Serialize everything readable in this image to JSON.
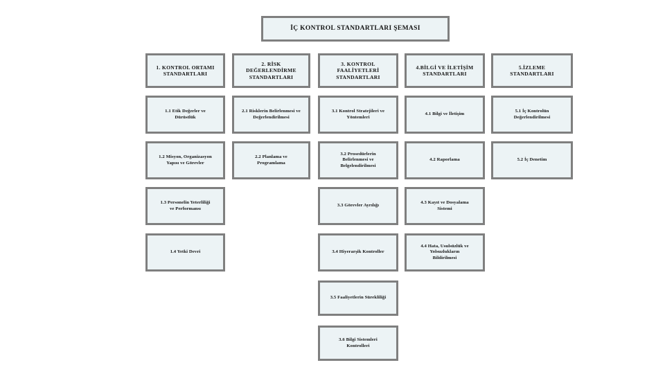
{
  "diagram": {
    "title": "İÇ KONTROL STANDARTLARI ŞEMASI",
    "type": "hierarchy-grid",
    "columns": [
      {
        "header": "1. KONTROL ORTAMI\nSTANDARTLARI",
        "items": [
          "1.1 Etik Değerler   ve\nDürüstlük",
          "1.2 Misyon, Organizasyon\nYapısı ve Görevler",
          "1.3 Personelin Yeterliliği\nve Performansı",
          "1.4 Yetki Devri"
        ]
      },
      {
        "header": "2. RİSK\nDEĞERLENDİRME\nSTANDARTLARI",
        "items": [
          "2.1 Risklerin Belirlenmesi ve\nDeğerlendirilmesi",
          "2.2 Planlama ve\nProgramlama"
        ]
      },
      {
        "header": "3. KONTROL\nFAALİYETLERİ\nSTANDARTLARI",
        "items": [
          "3.1 Kontrol Stratejileri ve\nYöntemleri",
          "3.2 Prosedürlerin\nBelirlenmesi ve\nBelgelendirilmesi",
          "3.3 Görevler Ayrılığı",
          "3.4 Hiyerarşik Kontroller",
          "3.5 Faaliyetlerin Sürekliliği",
          "3.6 Bilgi Sistemleri\nKontrolleri"
        ]
      },
      {
        "header": "4.BİLGİ VE İLETİŞİM\nSTANDARTLARI",
        "items": [
          "4.1 Bilgi ve İletişim",
          "4.2 Raporlama",
          "4.3 Kayıt ve Dosyalama\nSistemi",
          "4.4 Hata, Usulsüzlük ve\nYolsuzlukların\nBildirilmesi"
        ]
      },
      {
        "header": "5.İZLEME\nSTANDARTLARI",
        "items": [
          "5.1 İç Kontrolün\nDeğerlendirilmesi",
          "5.2 İç Denetim"
        ]
      }
    ],
    "colors": {
      "box_fill": "#ecf3f5",
      "box_border": "#7f7f7f",
      "text": "#141414",
      "page_background": "#ffffff"
    }
  }
}
